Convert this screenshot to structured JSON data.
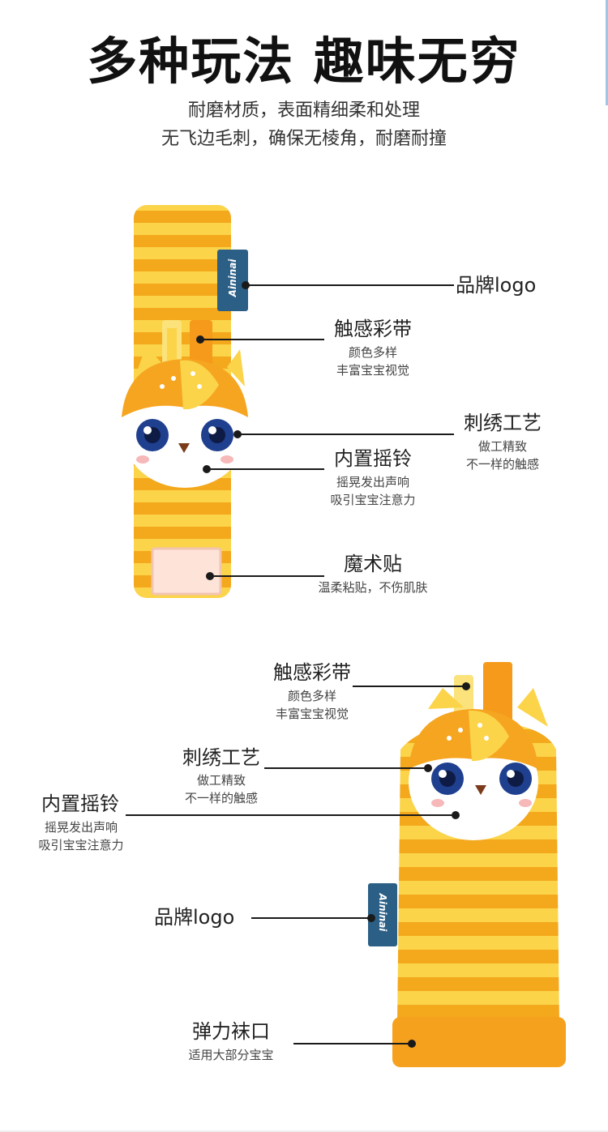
{
  "header": {
    "title": "多种玩法 趣味无穷",
    "subtitle_lines": [
      "耐磨材质，表面精细柔和处理",
      "无飞边毛刺，确保无棱角，耐磨耐撞"
    ]
  },
  "product1": {
    "brand_tag": "Aininai",
    "callouts": [
      {
        "label": "品牌logo",
        "desc": []
      },
      {
        "label": "触感彩带",
        "desc": [
          "颜色多样",
          "丰富宝宝视觉"
        ]
      },
      {
        "label": "刺绣工艺",
        "desc": [
          "做工精致",
          "不一样的触感"
        ]
      },
      {
        "label": "内置摇铃",
        "desc": [
          "摇晃发出声响",
          "吸引宝宝注意力"
        ]
      },
      {
        "label": "魔术贴",
        "desc": [
          "温柔粘贴，不伤肌肤"
        ]
      }
    ]
  },
  "product2": {
    "brand_tag": "Aininai",
    "callouts": [
      {
        "label": "触感彩带",
        "desc": [
          "颜色多样",
          "丰富宝宝视觉"
        ]
      },
      {
        "label": "刺绣工艺",
        "desc": [
          "做工精致",
          "不一样的触感"
        ]
      },
      {
        "label": "内置摇铃",
        "desc": [
          "摇晃发出声响",
          "吸引宝宝注意力"
        ]
      },
      {
        "label": "品牌logo",
        "desc": []
      },
      {
        "label": "弹力袜口",
        "desc": [
          "适用大部分宝宝"
        ]
      }
    ]
  },
  "colors": {
    "stripe_dark": "#f4a81c",
    "stripe_light": "#fbd44a",
    "cuff": "#f5a11d",
    "brand_tag": "#2b5f86"
  }
}
